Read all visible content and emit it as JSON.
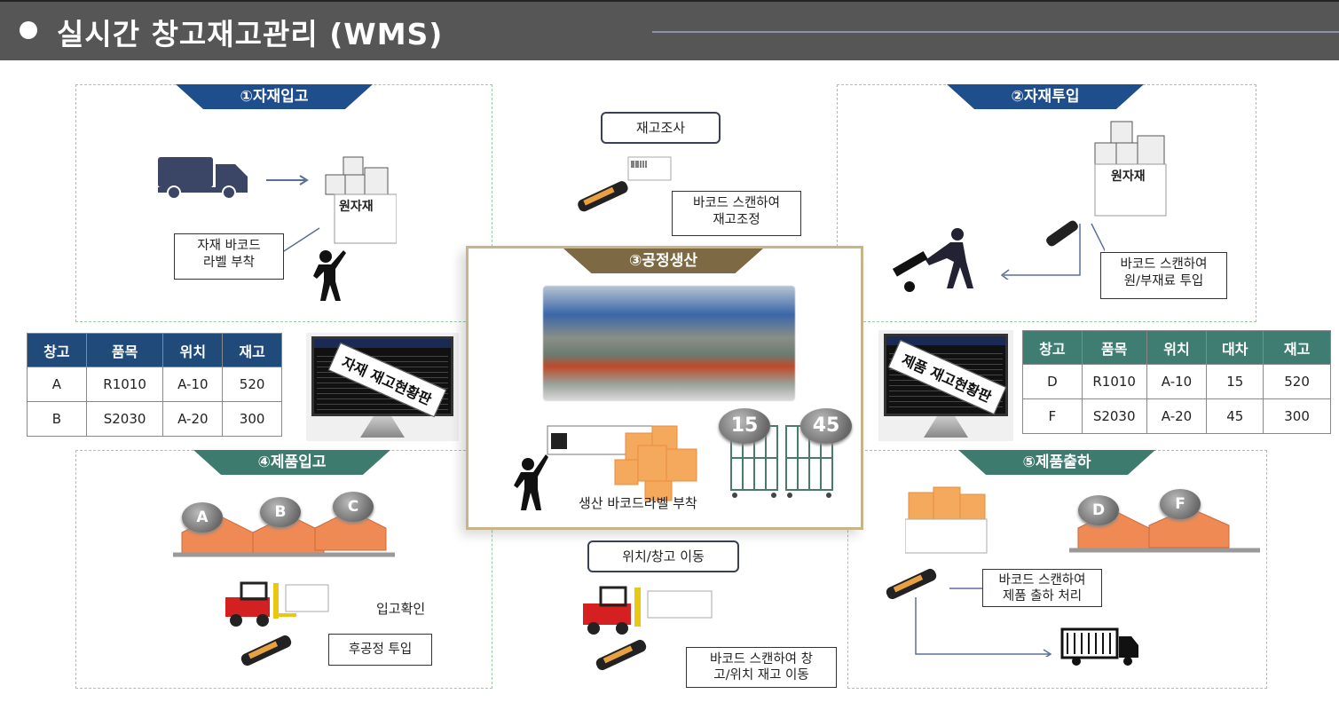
{
  "header": {
    "title": "실시간 창고재고관리 (WMS)"
  },
  "sections": {
    "receiving": {
      "label": "①자재입고",
      "callout": "자재 바코드\n라벨 부착",
      "box_label": "원자재"
    },
    "input": {
      "label": "②자재투입",
      "callout": "바코드 스캔하여\n원/부재료 투입",
      "box_label": "원자재"
    },
    "production": {
      "label": "③공정생산",
      "caption": "생산 바코드라벨 부착",
      "carts": [
        "15",
        "45"
      ]
    },
    "product_in": {
      "label": "④제품입고",
      "warehouses": [
        "A",
        "B",
        "C"
      ],
      "confirm": "입고확인",
      "callout": "후공정 투입"
    },
    "shipping": {
      "label": "⑤제품출하",
      "warehouses": [
        "D",
        "F"
      ],
      "callout": "바코드 스캔하여\n제품 출하 처리"
    }
  },
  "inventory_check": {
    "button": "재고조사",
    "callout": "바코드 스캔하여\n재고조정"
  },
  "transfer": {
    "button": "위치/창고 이동",
    "callout": "바코드 스캔하여 창\n고/위치 재고 이동"
  },
  "material_board": {
    "label": "자재 재고현황판",
    "headers": [
      "창고",
      "품목",
      "위치",
      "재고"
    ],
    "rows": [
      [
        "A",
        "R1010",
        "A-10",
        "520"
      ],
      [
        "B",
        "S2030",
        "A-20",
        "300"
      ]
    ]
  },
  "product_board": {
    "label": "제품 재고현황판",
    "headers": [
      "창고",
      "품목",
      "위치",
      "대차",
      "재고"
    ],
    "rows": [
      [
        "D",
        "R1010",
        "A-10",
        "15",
        "520"
      ],
      [
        "F",
        "S2030",
        "A-20",
        "45",
        "300"
      ]
    ]
  },
  "colors": {
    "title_bg": "#565656",
    "blue": "#1f4e8c",
    "teal": "#3d7b6f",
    "gold": "#7d6a44"
  }
}
